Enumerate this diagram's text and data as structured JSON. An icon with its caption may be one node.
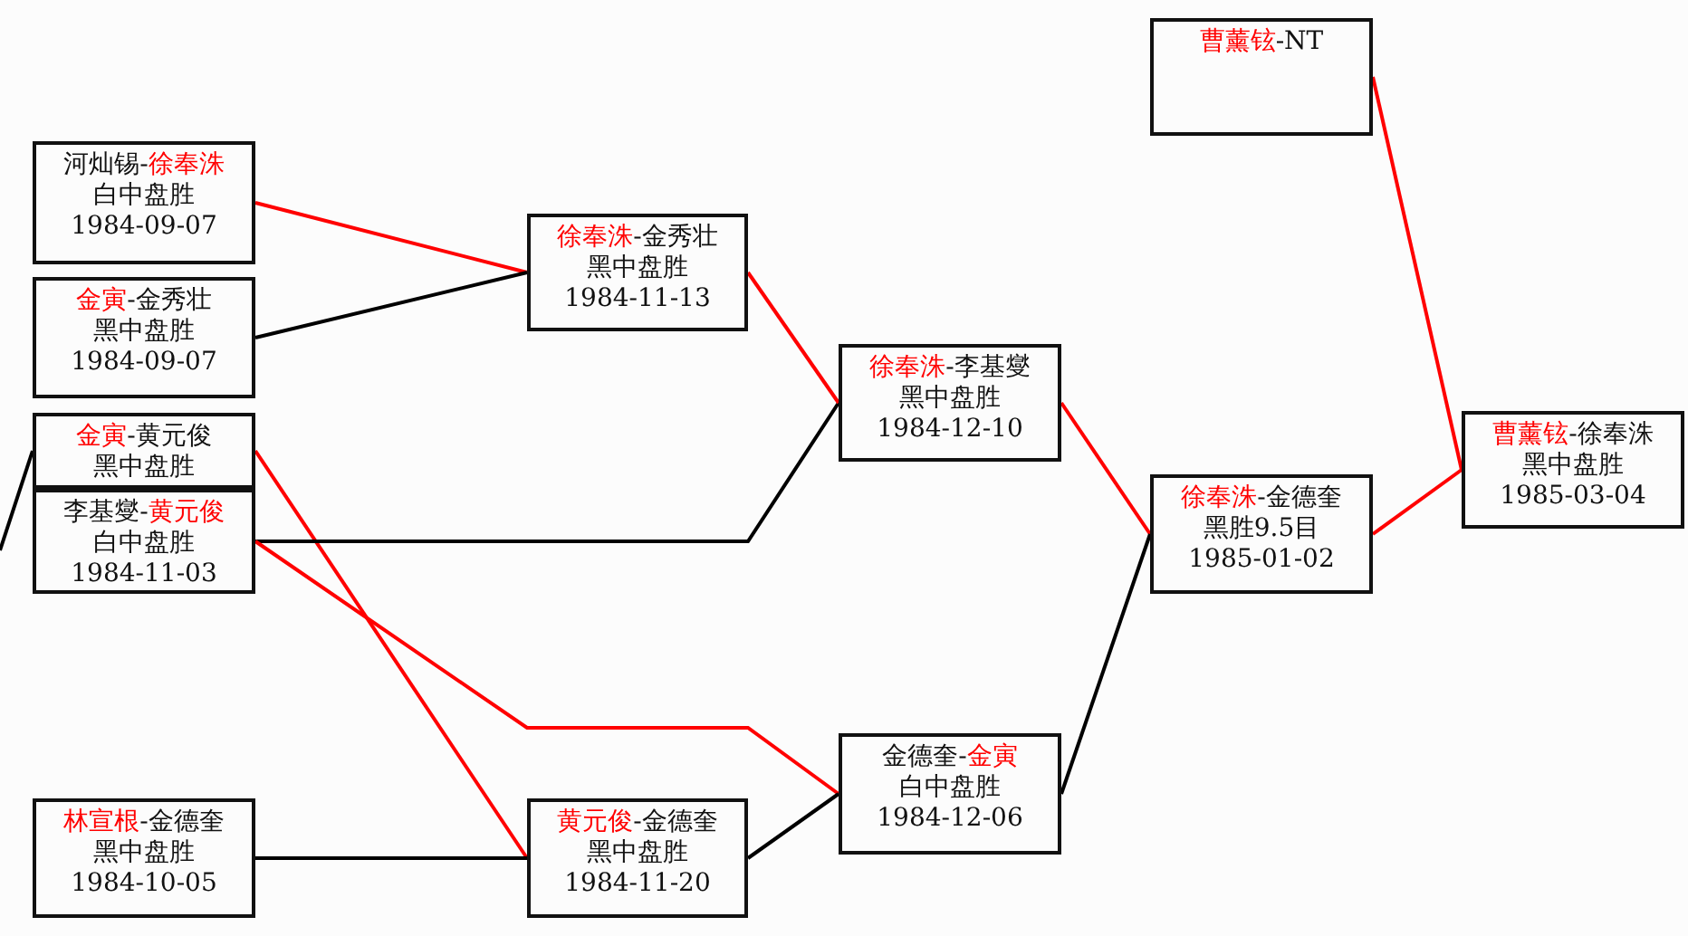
{
  "diagram": {
    "nodes": [
      {
        "text": [
          "河灿锡-徐奉洙",
          "白中盘胜",
          "1984-09-07"
        ]
      },
      {
        "text": [
          "金寅-金秀壮",
          "黑中盘胜",
          "1984-09-07"
        ]
      },
      {
        "text": [
          "金寅-黄元俊",
          "黑中盘胜"
        ]
      },
      {
        "text": [
          "李基燮-黄元俊",
          "白中盘胜",
          "1984-11-03"
        ]
      },
      {
        "text": [
          "林宣根-金德奎",
          "黑中盘胜",
          "1984-10-05"
        ]
      },
      {
        "text": [
          "徐奉洙-金秀壮",
          "黑中盘胜",
          "1984-11-13"
        ]
      },
      {
        "text": [
          "黄元俊-金德奎",
          "黑中盘胜",
          "1984-11-20"
        ]
      },
      {
        "text": [
          "徐奉洙-李基燮",
          "黑中盘胜",
          "1984-12-10"
        ]
      },
      {
        "text": [
          "金德奎-金寅",
          "白中盘胜",
          "1984-12-06"
        ]
      },
      {
        "text": [
          "曹薰铉-NT"
        ]
      },
      {
        "text": [
          "徐奉洙-金德奎",
          "黑胜9.5目",
          "1985-01-02"
        ]
      },
      {
        "text": [
          "曹薰铉-徐奉洙",
          "黑中盘胜",
          "1985-03-04"
        ]
      }
    ],
    "edges": [
      {
        "from": 0,
        "to": 5,
        "arrow": "none"
      },
      {
        "from": 1,
        "to": 5,
        "arrow": "none",
        "color": "#000000"
      },
      {
        "from": null,
        "to": 2,
        "arrow": "none",
        "color": "#000000"
      },
      {
        "from": 2,
        "to": 6,
        "arrow": "none"
      },
      {
        "from": 3,
        "to": 7,
        "arrow": "none",
        "color": "#000000"
      },
      {
        "from": 3,
        "to": 8,
        "arrow": "none"
      },
      {
        "from": 4,
        "to": 6,
        "arrow": "none",
        "color": "#000000"
      },
      {
        "from": 5,
        "to": 7,
        "arrow": "none"
      },
      {
        "from": 6,
        "to": 8,
        "arrow": "none",
        "color": "#000000"
      },
      {
        "from": 7,
        "to": 10,
        "arrow": "none"
      },
      {
        "from": 8,
        "to": 10,
        "arrow": "none",
        "color": "#000000"
      },
      {
        "from": 9,
        "to": 11,
        "arrow": "none"
      },
      {
        "from": 10,
        "to": 11,
        "arrow": "none"
      }
    ]
  }
}
